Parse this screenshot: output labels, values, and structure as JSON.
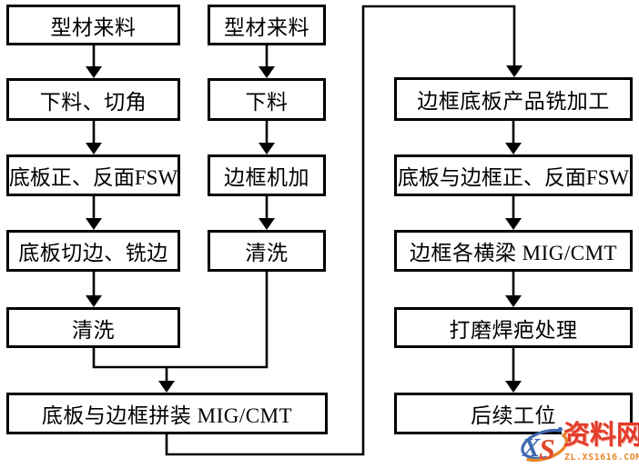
{
  "page": {
    "background": "#ffffff",
    "line_color": "#000000",
    "box_border_color": "#000000",
    "text_color": "#000000"
  },
  "flowchart": {
    "left_column": [
      {
        "label": "型材来料"
      },
      {
        "label": "下料、切角"
      },
      {
        "label": "底板正、反面FSW"
      },
      {
        "label": "底板切边、铣边"
      },
      {
        "label": "清洗"
      }
    ],
    "middle_column": [
      {
        "label": "型材来料"
      },
      {
        "label": "下料"
      },
      {
        "label": "边框机加"
      },
      {
        "label": "清洗"
      }
    ],
    "merge_box": {
      "label": "底板与边框拼装 MIG/CMT"
    },
    "right_column": [
      {
        "label": "边框底板产品铣加工"
      },
      {
        "label": "底板与边框正、反面FSW"
      },
      {
        "label": "边框各横梁 MIG/CMT"
      },
      {
        "label": "打磨焊疤处理"
      },
      {
        "label": "后续工位"
      }
    ]
  },
  "watermark": {
    "logo": {
      "x": "X",
      "s": "S"
    },
    "site_name": "资料网",
    "site_url": "ZL.XS1616.COM",
    "colors": {
      "blue": "#3f6ab0",
      "orange": "#e8872b",
      "red": "#e23b2c"
    }
  }
}
